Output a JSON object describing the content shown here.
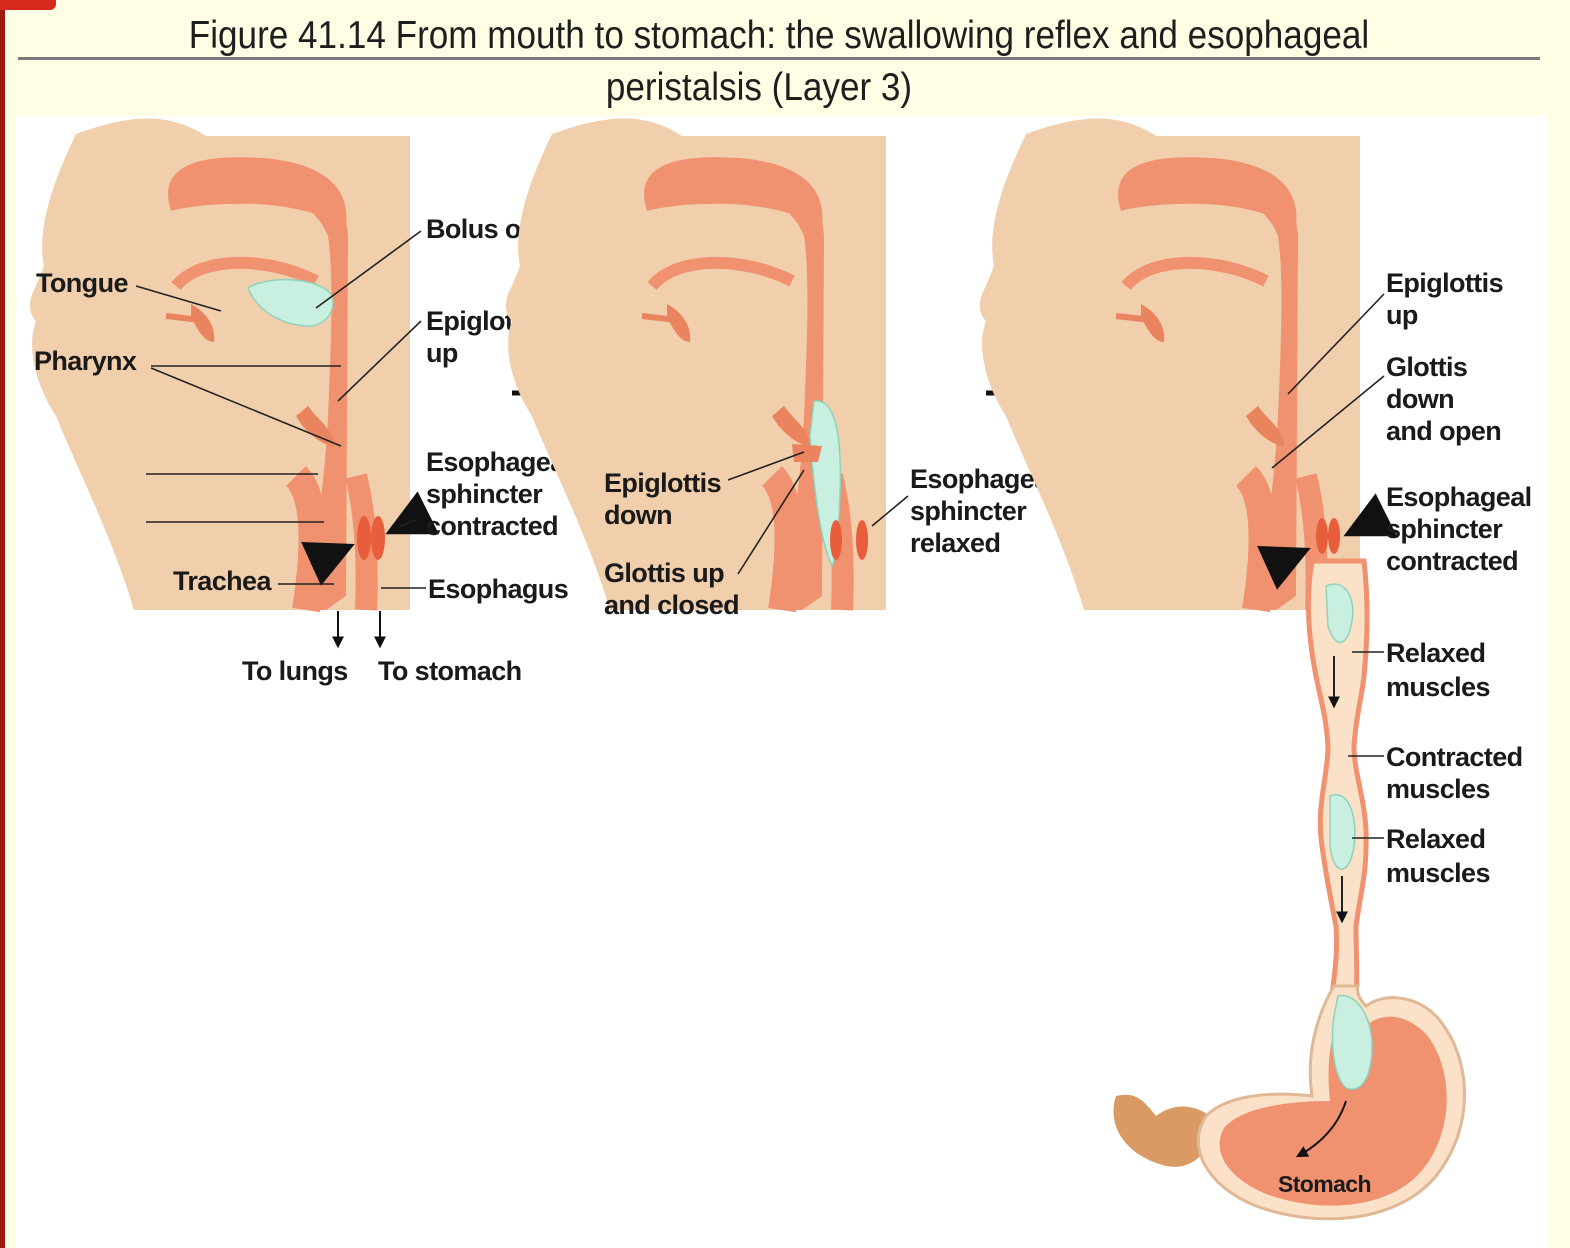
{
  "title": {
    "line1": "Figure 41.14  From mouth to stomach: the swallowing reflex and esophageal",
    "line2": "peristalsis (Layer 3)"
  },
  "panel1": {
    "bolus_of_food": "Bolus of food",
    "tongue": "Tongue",
    "pharynx": "Pharynx",
    "epiglottis_up_1": "Epiglottis",
    "epiglottis_up_2": "up",
    "sphincter_1": "Esophageal",
    "sphincter_2": "sphincter",
    "sphincter_3": "contracted",
    "trachea": "Trachea",
    "esophagus": "Esophagus",
    "to_lungs": "To lungs",
    "to_stomach": "To stomach"
  },
  "panel2": {
    "epiglottis_down_1": "Epiglottis",
    "epiglottis_down_2": "down",
    "glottis_1": "Glottis up",
    "glottis_2": "and closed",
    "sphincter_1": "Esophageal",
    "sphincter_2": "sphincter",
    "sphincter_3": "relaxed"
  },
  "panel3": {
    "epiglottis_up_1": "Epiglottis",
    "epiglottis_up_2": "up",
    "glottis_1": "Glottis",
    "glottis_2": "down",
    "glottis_3": "and open",
    "sphincter_1": "Esophageal",
    "sphincter_2": "sphincter",
    "sphincter_3": "contracted",
    "relaxed_1a": "Relaxed",
    "relaxed_1b": "muscles",
    "contracted_1": "Contracted",
    "contracted_2": "muscles",
    "relaxed_2a": "Relaxed",
    "relaxed_2b": "muscles",
    "stomach": "Stomach"
  },
  "colors": {
    "background": "#fffde3",
    "skin": "#f2cfac",
    "tissue": "#f09170",
    "bolus": "#c9efe0",
    "arrow_blue": "#2f6fa8"
  }
}
